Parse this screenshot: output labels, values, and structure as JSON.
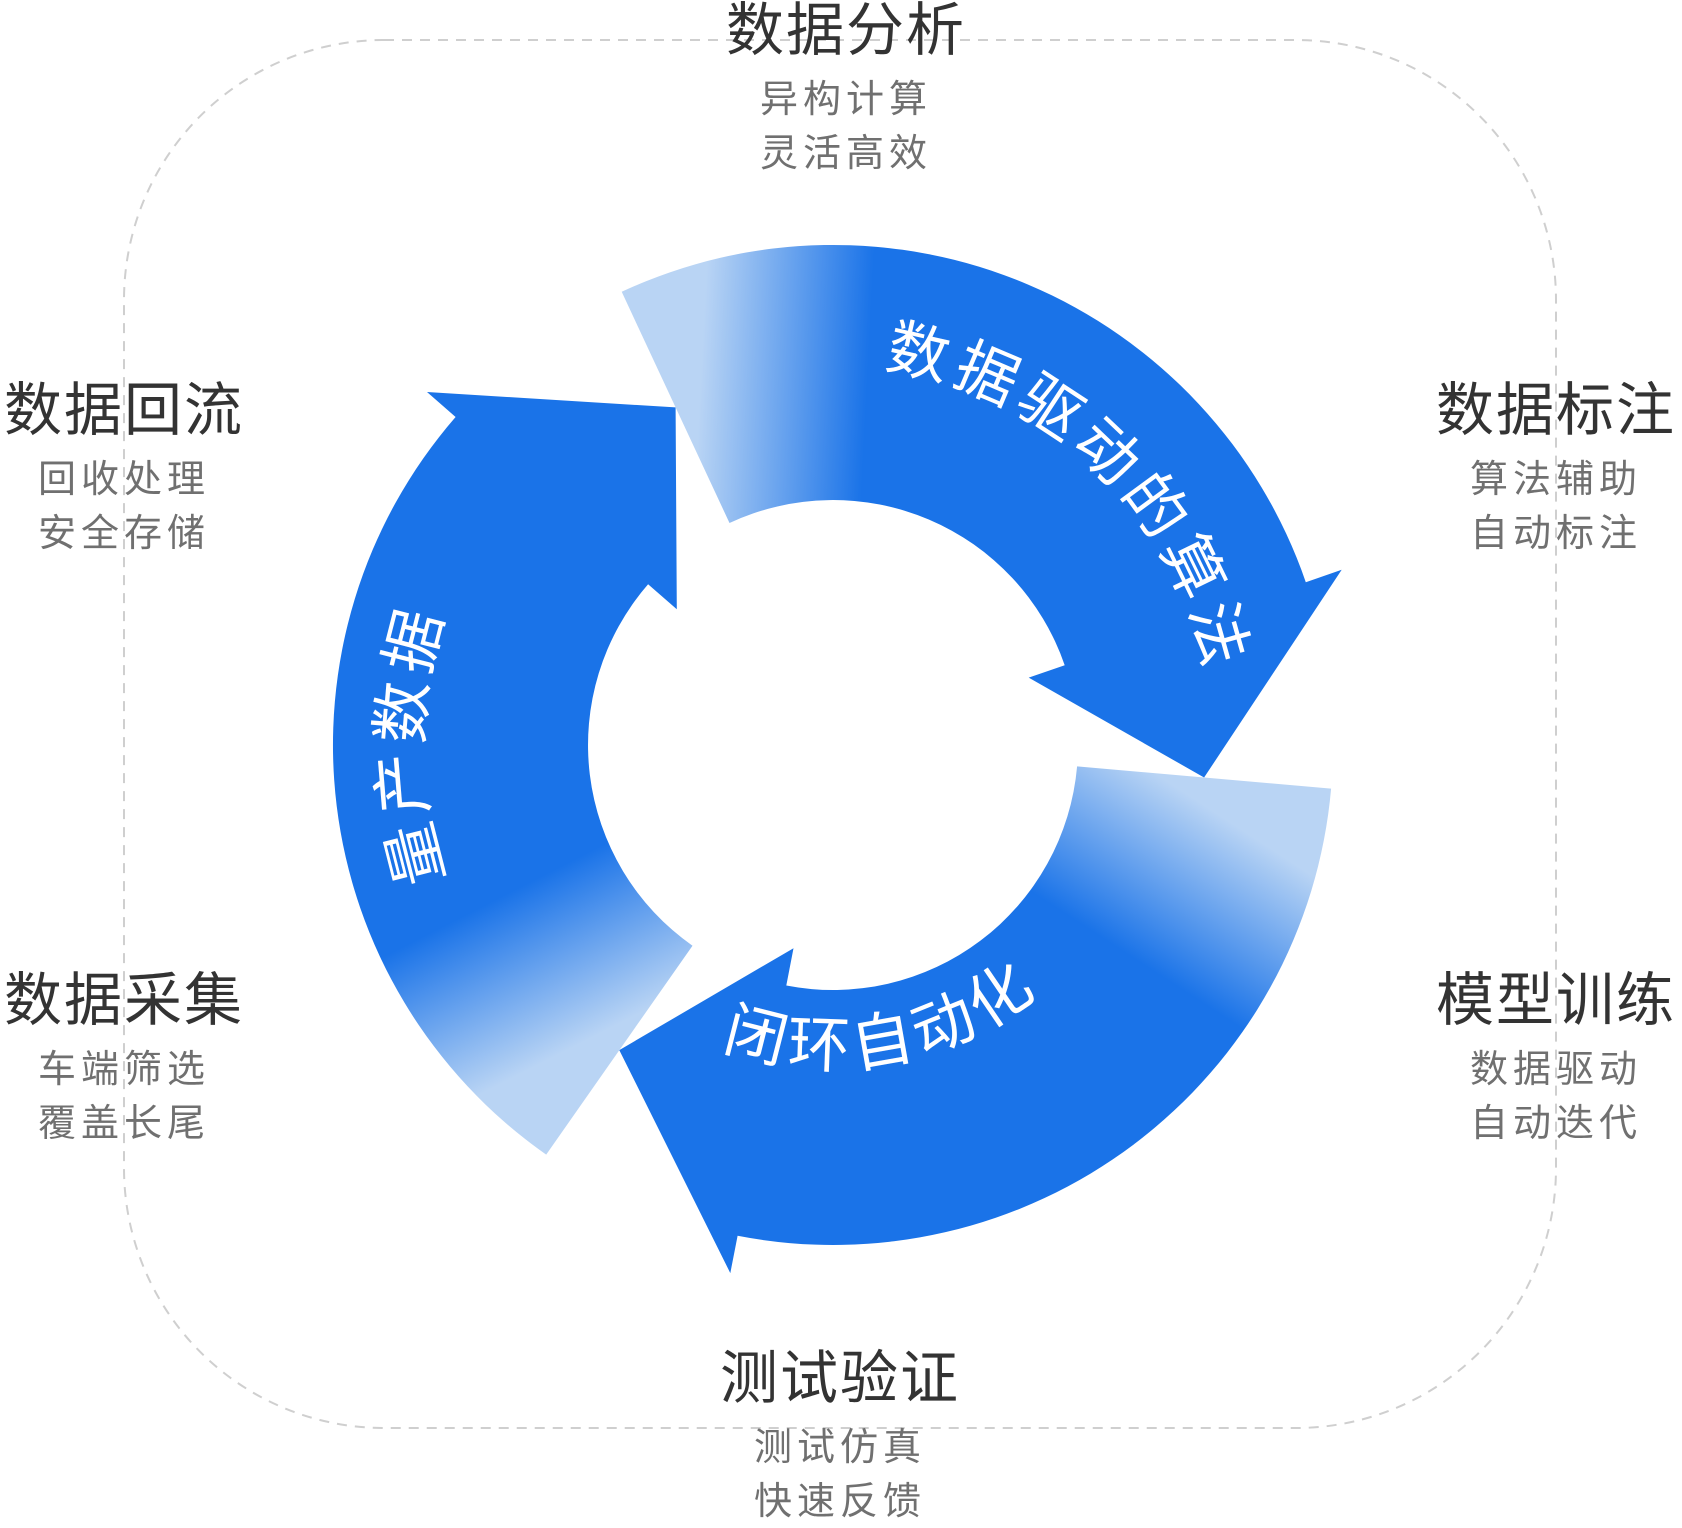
{
  "cycle": {
    "arrows": [
      {
        "label": "数据驱动的算法"
      },
      {
        "label": "闭环自动化"
      },
      {
        "label": "量产数据"
      }
    ]
  },
  "stages": {
    "analysis": {
      "title": "数据分析",
      "lines": [
        "异构计算",
        "灵活高效"
      ]
    },
    "labeling": {
      "title": "数据标注",
      "lines": [
        "算法辅助",
        "自动标注"
      ]
    },
    "training": {
      "title": "模型训练",
      "lines": [
        "数据驱动",
        "自动迭代"
      ]
    },
    "testing": {
      "title": "测试验证",
      "lines": [
        "测试仿真",
        "快速反馈"
      ]
    },
    "collection": {
      "title": "数据采集",
      "lines": [
        "车端筛选",
        "覆盖长尾"
      ]
    },
    "backflow": {
      "title": "数据回流",
      "lines": [
        "回收处理",
        "安全存储"
      ]
    }
  },
  "colors": {
    "arrow_dark": "#1a73e8",
    "arrow_light": "#b9d4f4",
    "dash": "#cfcfcf",
    "title": "#333333",
    "subtitle": "#707070"
  }
}
